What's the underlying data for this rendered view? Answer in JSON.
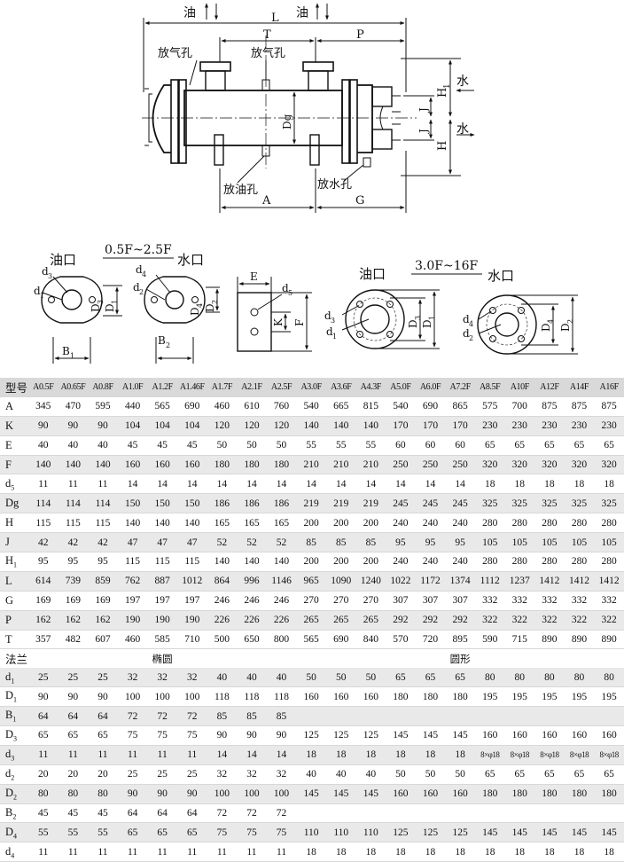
{
  "drawing": {
    "oil_label": "油",
    "water_label": "水",
    "vent_label": "放气孔",
    "oil_drain_label": "放油孔",
    "water_drain_label": "放水孔",
    "oil_port_label": "油口",
    "water_port_label": "水口",
    "range_small": "0.5F~2.5F",
    "range_large": "3.0F~16F",
    "dim": {
      "L": "L",
      "T": "T",
      "P": "P",
      "H1": "H",
      "H1_sub": "1",
      "H": "H",
      "J": "J",
      "Dg": "Dg",
      "A": "A",
      "G": "G",
      "B": "B",
      "sub1": "1",
      "sub2": "2",
      "sub3": "3",
      "sub4": "4",
      "sub5": "5",
      "D": "D",
      "d": "d",
      "E": "E",
      "K": "K",
      "F": "F"
    }
  },
  "table": {
    "header_label": "型号",
    "models": [
      "A0.5F",
      "A0.65F",
      "A0.8F",
      "A1.0F",
      "A1.2F",
      "A1.46F",
      "A1.7F",
      "A2.1F",
      "A2.5F",
      "A3.0F",
      "A3.6F",
      "A4.3F",
      "A5.0F",
      "A6.0F",
      "A7.2F",
      "A8.5F",
      "A10F",
      "A12F",
      "A14F",
      "A16F"
    ],
    "rows": [
      {
        "label": "A",
        "values": [
          "345",
          "470",
          "595",
          "440",
          "565",
          "690",
          "460",
          "610",
          "760",
          "540",
          "665",
          "815",
          "540",
          "690",
          "865",
          "575",
          "700",
          "875",
          "875",
          "875"
        ]
      },
      {
        "label": "K",
        "values": [
          "90",
          "90",
          "90",
          "104",
          "104",
          "104",
          "120",
          "120",
          "120",
          "140",
          "140",
          "140",
          "170",
          "170",
          "170",
          "230",
          "230",
          "230",
          "230",
          "230"
        ]
      },
      {
        "label": "E",
        "values": [
          "40",
          "40",
          "40",
          "45",
          "45",
          "45",
          "50",
          "50",
          "50",
          "55",
          "55",
          "55",
          "60",
          "60",
          "60",
          "65",
          "65",
          "65",
          "65",
          "65"
        ]
      },
      {
        "label": "F",
        "values": [
          "140",
          "140",
          "140",
          "160",
          "160",
          "160",
          "180",
          "180",
          "180",
          "210",
          "210",
          "210",
          "250",
          "250",
          "250",
          "320",
          "320",
          "320",
          "320",
          "320"
        ]
      },
      {
        "label": "d5",
        "values": [
          "11",
          "11",
          "11",
          "14",
          "14",
          "14",
          "14",
          "14",
          "14",
          "14",
          "14",
          "14",
          "14",
          "14",
          "14",
          "18",
          "18",
          "18",
          "18",
          "18"
        ]
      },
      {
        "label": "Dg",
        "values": [
          "114",
          "114",
          "114",
          "150",
          "150",
          "150",
          "186",
          "186",
          "186",
          "219",
          "219",
          "219",
          "245",
          "245",
          "245",
          "325",
          "325",
          "325",
          "325",
          "325"
        ]
      },
      {
        "label": "H",
        "values": [
          "115",
          "115",
          "115",
          "140",
          "140",
          "140",
          "165",
          "165",
          "165",
          "200",
          "200",
          "200",
          "240",
          "240",
          "240",
          "280",
          "280",
          "280",
          "280",
          "280"
        ]
      },
      {
        "label": "J",
        "values": [
          "42",
          "42",
          "42",
          "47",
          "47",
          "47",
          "52",
          "52",
          "52",
          "85",
          "85",
          "85",
          "95",
          "95",
          "95",
          "105",
          "105",
          "105",
          "105",
          "105"
        ]
      },
      {
        "label": "H1",
        "values": [
          "95",
          "95",
          "95",
          "115",
          "115",
          "115",
          "140",
          "140",
          "140",
          "200",
          "200",
          "200",
          "240",
          "240",
          "240",
          "280",
          "280",
          "280",
          "280",
          "280"
        ]
      },
      {
        "label": "L",
        "values": [
          "614",
          "739",
          "859",
          "762",
          "887",
          "1012",
          "864",
          "996",
          "1146",
          "965",
          "1090",
          "1240",
          "1022",
          "1172",
          "1374",
          "1112",
          "1237",
          "1412",
          "1412",
          "1412"
        ]
      },
      {
        "label": "G",
        "values": [
          "169",
          "169",
          "169",
          "197",
          "197",
          "197",
          "246",
          "246",
          "246",
          "270",
          "270",
          "270",
          "307",
          "307",
          "307",
          "332",
          "332",
          "332",
          "332",
          "332"
        ]
      },
      {
        "label": "P",
        "values": [
          "162",
          "162",
          "162",
          "190",
          "190",
          "190",
          "226",
          "226",
          "226",
          "265",
          "265",
          "265",
          "292",
          "292",
          "292",
          "322",
          "322",
          "322",
          "322",
          "322"
        ]
      },
      {
        "label": "T",
        "values": [
          "357",
          "482",
          "607",
          "460",
          "585",
          "710",
          "500",
          "650",
          "800",
          "565",
          "690",
          "840",
          "570",
          "720",
          "895",
          "590",
          "715",
          "890",
          "890",
          "890"
        ]
      }
    ],
    "flange_label": "法兰",
    "oval_label": "椭圆",
    "round_label": "圆形",
    "flange_rows": [
      {
        "label": "d1",
        "values": [
          "25",
          "25",
          "25",
          "32",
          "32",
          "32",
          "40",
          "40",
          "40",
          "50",
          "50",
          "50",
          "65",
          "65",
          "65",
          "80",
          "80",
          "80",
          "80",
          "80"
        ]
      },
      {
        "label": "D1",
        "values": [
          "90",
          "90",
          "90",
          "100",
          "100",
          "100",
          "118",
          "118",
          "118",
          "160",
          "160",
          "160",
          "180",
          "180",
          "180",
          "195",
          "195",
          "195",
          "195",
          "195"
        ]
      },
      {
        "label": "B1",
        "values": [
          "64",
          "64",
          "64",
          "72",
          "72",
          "72",
          "85",
          "85",
          "85",
          "",
          "",
          "",
          "",
          "",
          "",
          "",
          "",
          "",
          "",
          ""
        ]
      },
      {
        "label": "D3",
        "values": [
          "65",
          "65",
          "65",
          "75",
          "75",
          "75",
          "90",
          "90",
          "90",
          "125",
          "125",
          "125",
          "145",
          "145",
          "145",
          "160",
          "160",
          "160",
          "160",
          "160"
        ]
      },
      {
        "label": "d3",
        "values": [
          "11",
          "11",
          "11",
          "11",
          "11",
          "11",
          "14",
          "14",
          "14",
          "18",
          "18",
          "18",
          "18",
          "18",
          "18",
          "8×φ18",
          "8×φ18",
          "8×φ18",
          "8×φ18",
          "8×φ18"
        ]
      },
      {
        "label": "d2",
        "values": [
          "20",
          "20",
          "20",
          "25",
          "25",
          "25",
          "32",
          "32",
          "32",
          "40",
          "40",
          "40",
          "50",
          "50",
          "50",
          "65",
          "65",
          "65",
          "65",
          "65"
        ]
      },
      {
        "label": "D2",
        "values": [
          "80",
          "80",
          "80",
          "90",
          "90",
          "90",
          "100",
          "100",
          "100",
          "145",
          "145",
          "145",
          "160",
          "160",
          "160",
          "180",
          "180",
          "180",
          "180",
          "180"
        ]
      },
      {
        "label": "B2",
        "values": [
          "45",
          "45",
          "45",
          "64",
          "64",
          "64",
          "72",
          "72",
          "72",
          "",
          "",
          "",
          "",
          "",
          "",
          "",
          "",
          "",
          "",
          ""
        ]
      },
      {
        "label": "D4",
        "values": [
          "55",
          "55",
          "55",
          "65",
          "65",
          "65",
          "75",
          "75",
          "75",
          "110",
          "110",
          "110",
          "125",
          "125",
          "125",
          "145",
          "145",
          "145",
          "145",
          "145"
        ]
      },
      {
        "label": "d4",
        "values": [
          "11",
          "11",
          "11",
          "11",
          "11",
          "11",
          "11",
          "11",
          "11",
          "18",
          "18",
          "18",
          "18",
          "18",
          "18",
          "18",
          "18",
          "18",
          "18",
          "18"
        ]
      }
    ]
  }
}
